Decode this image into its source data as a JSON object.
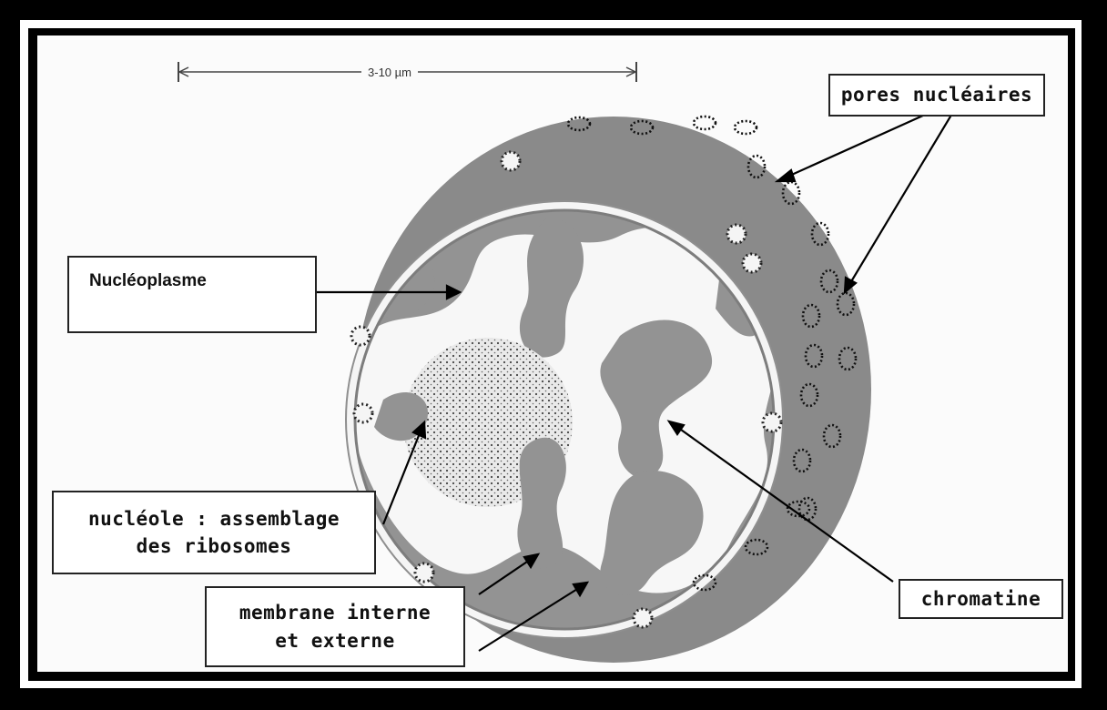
{
  "labels": {
    "scale": "3-10 µm",
    "pores": "pores nucléaires",
    "nucleoplasme": "Nucléoplasme",
    "nucleole_line1": "nucléole : assemblage",
    "nucleole_line2": "des ribosomes",
    "membrane_line1": "membrane interne",
    "membrane_line2": "et externe",
    "chromatine": "chromatine"
  },
  "colors": {
    "frame": "#000000",
    "background": "#fbfbfb",
    "envelope": "#8a8a8a",
    "chromatin": "#939393",
    "nucleoplasm": "#f7f7f7",
    "nucleolus": "#e9e9e9"
  }
}
